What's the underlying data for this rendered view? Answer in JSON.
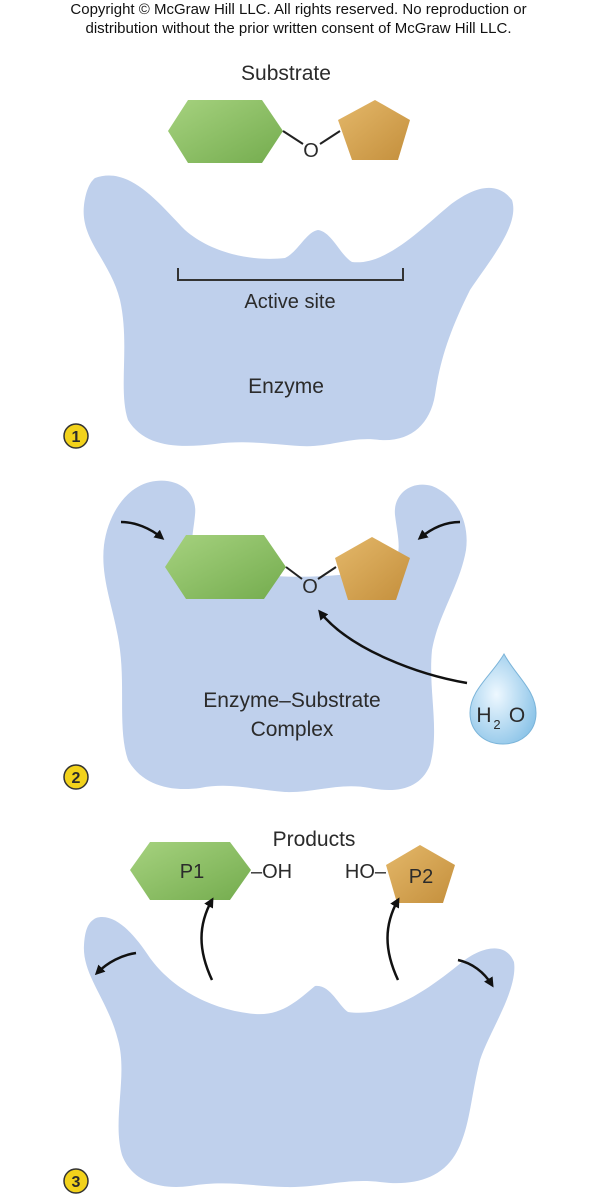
{
  "copyright": {
    "line1": "Copyright © McGraw Hill LLC. All rights reserved. No reproduction or",
    "line2": "distribution without the prior written consent of McGraw Hill LLC."
  },
  "step1": {
    "number": "1",
    "substrate_label": "Substrate",
    "bond_atom": "O",
    "active_site_label": "Active site",
    "enzyme_label": "Enzyme"
  },
  "step2": {
    "number": "2",
    "bond_atom": "O",
    "complex_label_line1": "Enzyme–Substrate",
    "complex_label_line2": "Complex",
    "water_h": "H",
    "water_sub": "2",
    "water_o": "O"
  },
  "step3": {
    "number": "3",
    "products_label": "Products",
    "p1_label": "P1",
    "p1_group": "–OH",
    "p2_label": "P2",
    "p2_group": "HO–"
  },
  "colors": {
    "enzyme": "#bfd0ec",
    "hexagon": "#8fc46a",
    "pentagon": "#d7a552",
    "step_badge": "#f2d21b",
    "water": "#b9dcf2"
  }
}
